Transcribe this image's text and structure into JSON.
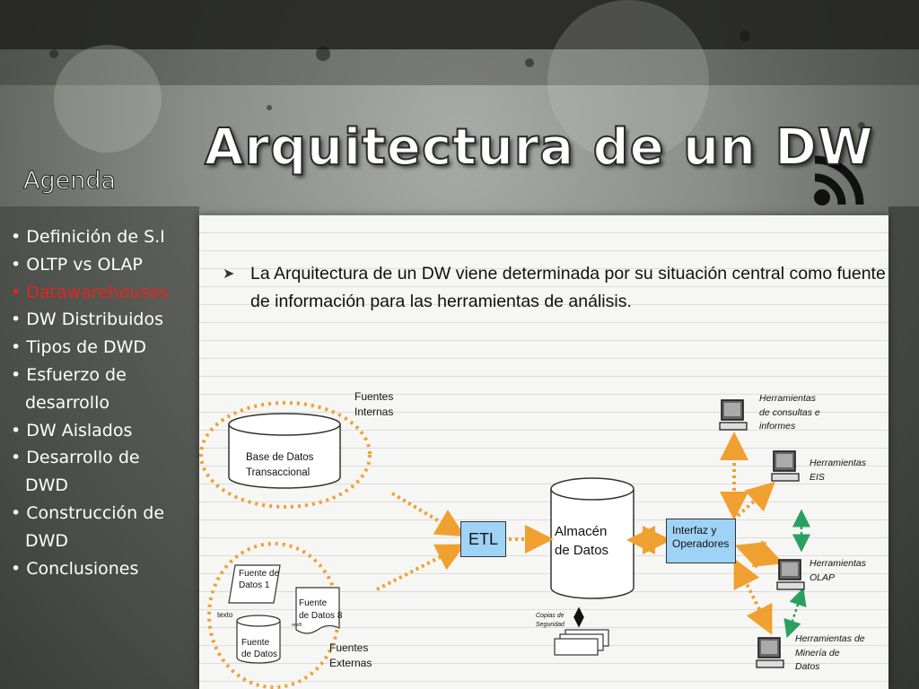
{
  "slide": {
    "title": "Arquitectura de un DW",
    "agenda_title": "Agenda",
    "agenda_items": [
      {
        "text": "Definición de S.I"
      },
      {
        "text": "OLTP vs OLAP"
      },
      {
        "text": "Datawarehouses",
        "active": true
      },
      {
        "text": "DW Distribuidos"
      },
      {
        "text": "Tipos de DWD"
      },
      {
        "text": "Esfuerzo de"
      },
      {
        "text": "desarrollo",
        "continuation": true
      },
      {
        "text": "DW Aislados"
      },
      {
        "text": "Desarrollo de"
      },
      {
        "text": "DWD",
        "continuation": true
      },
      {
        "text": "Construcción de"
      },
      {
        "text": "DWD",
        "continuation": true
      },
      {
        "text": "Conclusiones"
      }
    ],
    "bullet": "La Arquitectura de un DW viene determinada por su situación central como fuente de información para las herramientas de análisis."
  },
  "diagram": {
    "fuentes_internas": [
      "Fuentes",
      "Internas"
    ],
    "fuentes_externas": [
      "Fuentes",
      "Externas"
    ],
    "base_datos": [
      "Base de Datos",
      "Transaccional"
    ],
    "fuente_datos_1": [
      "Fuente de",
      "Datos 1"
    ],
    "fuente_datos_2": [
      "Fuente",
      "de Datos"
    ],
    "fuente_datos_2_sub": "8",
    "fuente_datos_3": [
      "Fuente",
      "de Datos"
    ],
    "texto": "texto",
    "texto_small": "res/8",
    "etl": "ETL",
    "almacen": [
      "Almacén",
      "de Datos"
    ],
    "copias": [
      "Copias de",
      "Seguridad"
    ],
    "interfaz": [
      "Interfaz y",
      "Operadores"
    ],
    "herr_consultas": [
      "Herramientas",
      "de consultas e",
      "informes"
    ],
    "herr_eis": [
      "Herramientas",
      "EIS"
    ],
    "herr_olap": [
      "Herramientas",
      "OLAP"
    ],
    "herr_mineria": [
      "Herramientas de",
      "Minería de",
      "Datos"
    ],
    "colors": {
      "accent_orange": "#f0a030",
      "box_blue": "#9fd3f5",
      "green_arrow": "#2aa060",
      "active_red": "#e3261c"
    }
  }
}
